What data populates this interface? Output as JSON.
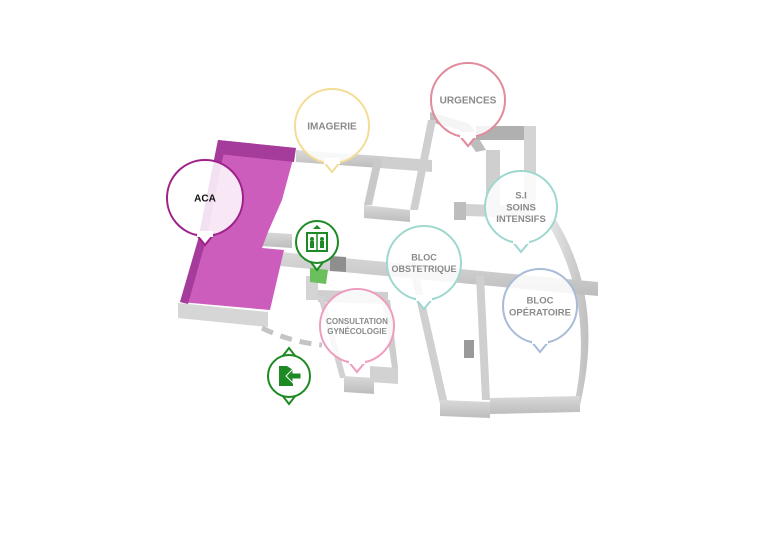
{
  "map": {
    "locations": [
      {
        "id": "aca",
        "lines": [
          "ACA"
        ],
        "color": "#a0208a",
        "text_color": "#111111",
        "highlighted": true
      },
      {
        "id": "imagerie",
        "lines": [
          "IMAGERIE"
        ],
        "color": "#f3dd96",
        "text_color": "#8a8a8a"
      },
      {
        "id": "urgences",
        "lines": [
          "URGENCES"
        ],
        "color": "#e08a9a",
        "text_color": "#8a8a8a"
      },
      {
        "id": "soins-intensifs",
        "lines": [
          "S.I",
          "SOINS",
          "INTENSIFS"
        ],
        "color": "#9ed8cf",
        "text_color": "#8a8a8a"
      },
      {
        "id": "bloc-obstetrique",
        "lines": [
          "BLOC",
          "OBSTETRIQUE"
        ],
        "color": "#9ed8cf",
        "text_color": "#8a8a8a"
      },
      {
        "id": "bloc-operatoire",
        "lines": [
          "BLOC",
          "OPÉRATOIRE"
        ],
        "color": "#a8bcd8",
        "text_color": "#8a8a8a"
      },
      {
        "id": "consultation-gynecologie",
        "lines": [
          "CONSULTATION",
          "GYNÉCOLOGIE"
        ],
        "color": "#ee9cc0",
        "text_color": "#8a8a8a"
      }
    ],
    "facilities": [
      {
        "id": "elevator",
        "icon": "elevator-icon",
        "color": "#1e8a24"
      },
      {
        "id": "entrance",
        "icon": "entrance-icon",
        "color": "#1e8a24"
      }
    ],
    "colors": {
      "highlight_fill": "#cc5dbd",
      "highlight_dark": "#a53b9a",
      "wall_top": "#ffffff",
      "wall_side": "#c8c8c8",
      "wall_dark": "#a9a9a9",
      "floor": "#ffffff"
    }
  }
}
